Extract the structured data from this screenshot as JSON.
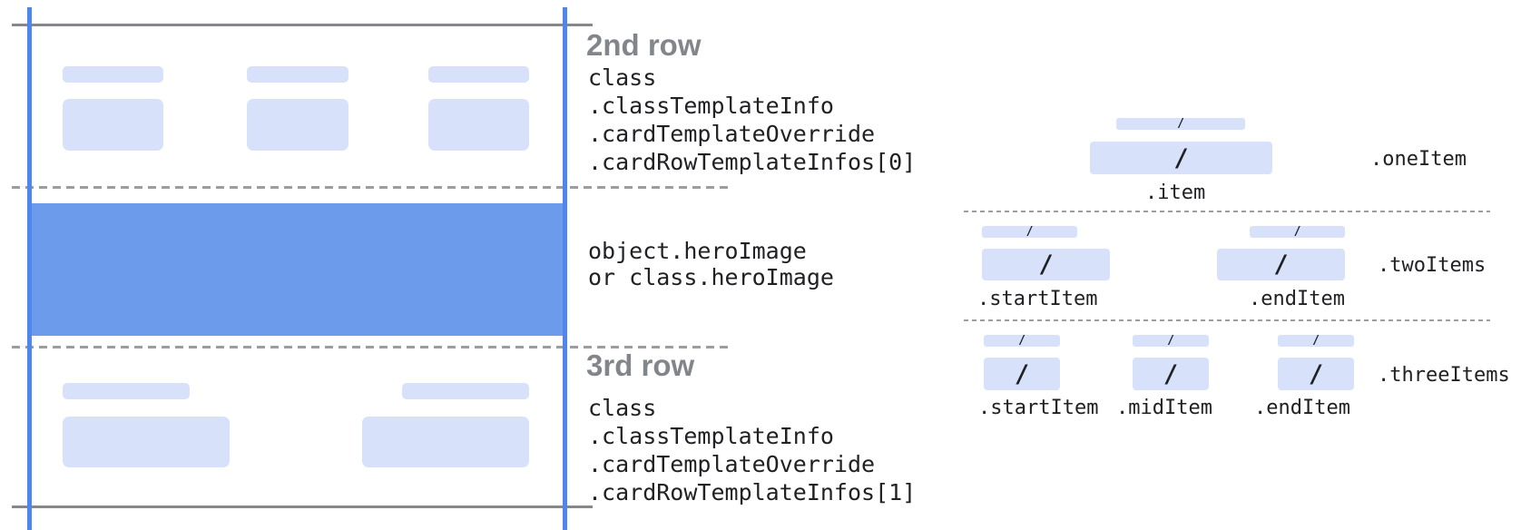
{
  "palette": {
    "hero_blue": "#6c9bec",
    "line_blue": "#4f86ec",
    "bar_blue": "#d7e2fa",
    "line_gray": "#85878a",
    "dash_gray": "#9a9da1",
    "heading_gray": "#82868b",
    "code_dark": "#202124"
  },
  "glyphs": {
    "slash": "/"
  },
  "annotations": {
    "row2": {
      "heading": "2nd row",
      "code": [
        "class",
        ".classTemplateInfo",
        ".cardTemplateOverride",
        ".cardRowTemplateInfos[0]"
      ]
    },
    "hero": {
      "code": [
        "object.heroImage",
        "or class.heroImage"
      ]
    },
    "row3": {
      "heading": "3rd row",
      "code": [
        "class",
        ".classTemplateInfo",
        ".cardTemplateOverride",
        ".cardRowTemplateInfos[1]"
      ]
    }
  },
  "templates": {
    "one_item": {
      "row_label": ".oneItem",
      "item_labels": [
        ".item"
      ]
    },
    "two_items": {
      "row_label": ".twoItems",
      "item_labels": [
        ".startItem",
        ".endItem"
      ]
    },
    "three_items": {
      "row_label": ".threeItems",
      "item_labels": [
        ".startItem",
        ".midItem",
        ".endItem"
      ]
    }
  }
}
